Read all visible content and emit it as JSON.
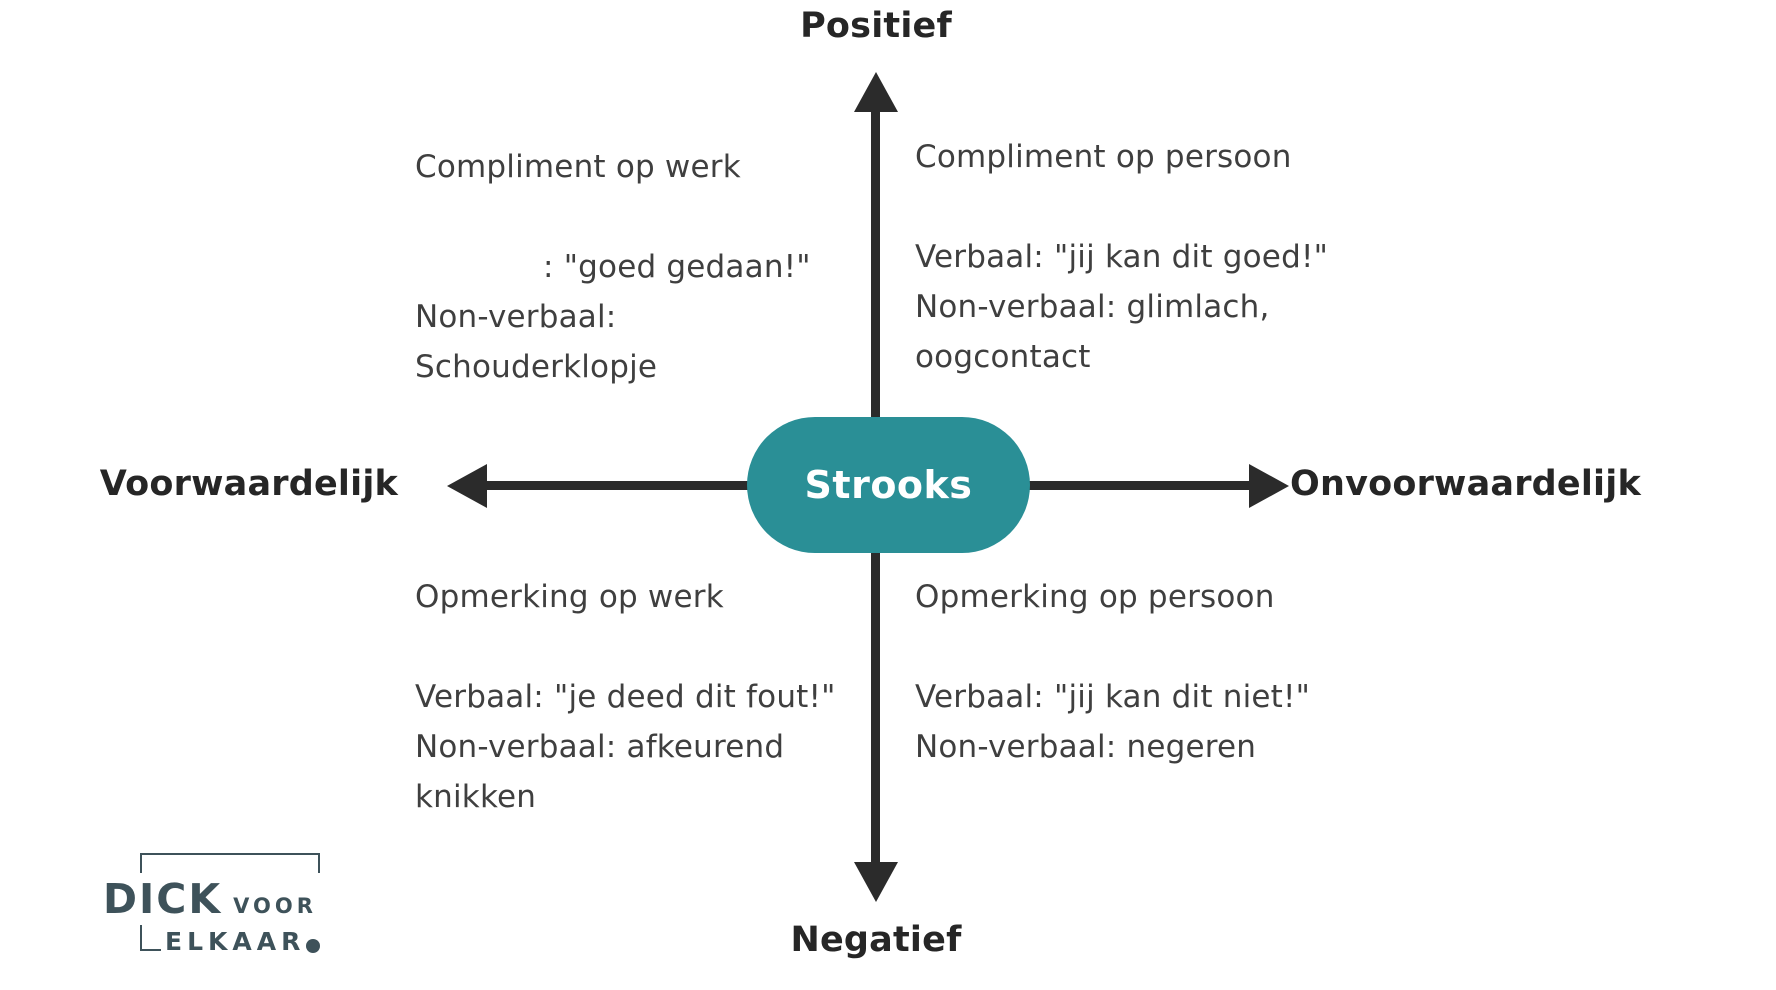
{
  "colors": {
    "teal": "#2a8f96",
    "axis": "#2b2b2b",
    "quadrant_text": "#3f3f3f",
    "logo": "#3e525a"
  },
  "axis_labels": {
    "top": "Positief",
    "bottom": "Negatief",
    "left": "Voorwaardelijk",
    "right": "Onvoorwaardelijk"
  },
  "center_label": "Strooks",
  "quadrants": {
    "top_left": {
      "title": "Compliment op werk",
      "verbaal": ": \"goed gedaan!\"",
      "nonverbaal_1": "Non-verbaal:",
      "nonverbaal_2": "Schouderklopje"
    },
    "top_right": {
      "title": "Compliment op persoon",
      "verbaal": "Verbaal: \"jij kan dit goed!\"",
      "nonverbaal_1": "Non-verbaal: glimlach,",
      "nonverbaal_2": "oogcontact"
    },
    "bottom_left": {
      "title": "Opmerking op werk",
      "verbaal": "Verbaal: \"je deed dit fout!\"",
      "nonverbaal_1": "Non-verbaal: afkeurend",
      "nonverbaal_2": "knikken"
    },
    "bottom_right": {
      "title": "Opmerking op persoon",
      "verbaal": "Verbaal: \"jij kan dit niet!\"",
      "nonverbaal_1": "Non-verbaal: negeren"
    }
  },
  "logo": {
    "word1": "DICK",
    "word2": "VOOR",
    "word3": "ELKAAR"
  }
}
